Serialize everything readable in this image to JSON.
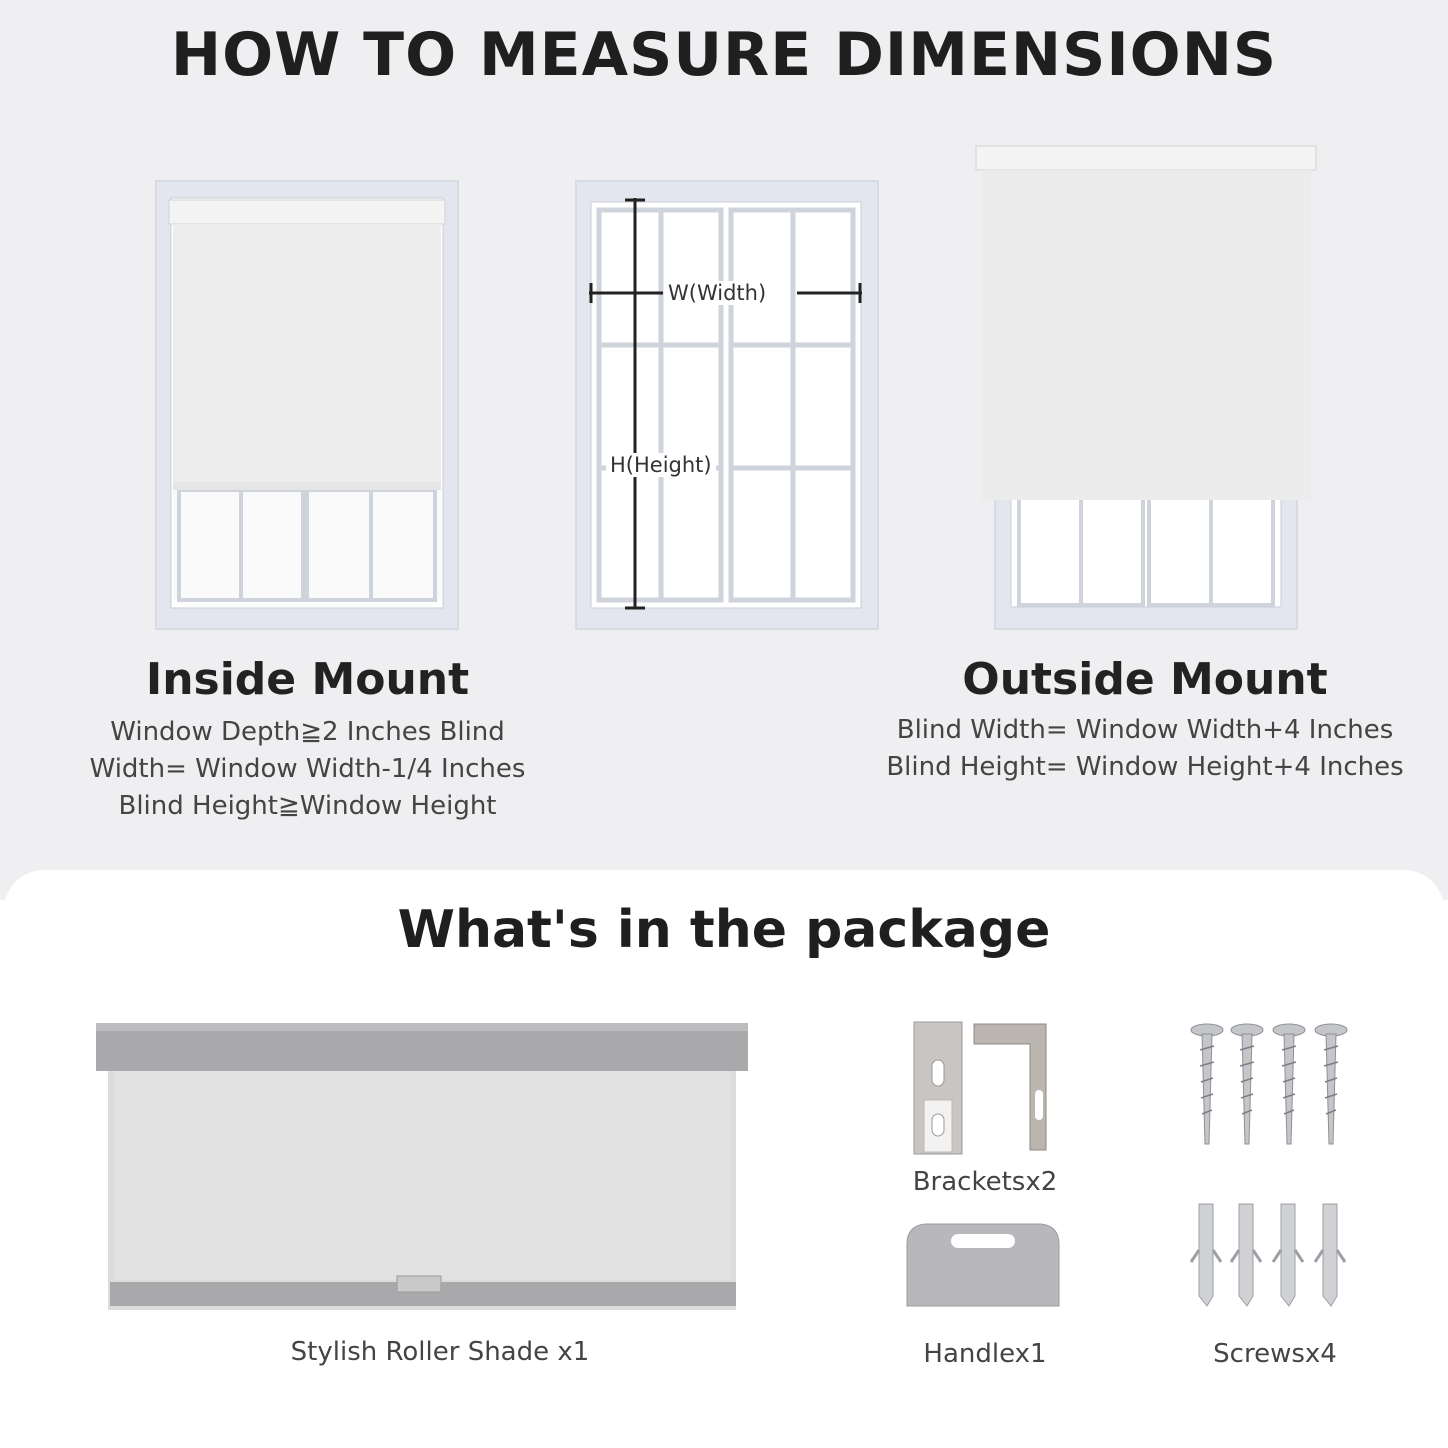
{
  "header": {
    "title": "HOW TO MEASURE DIMENSIONS"
  },
  "diagram": {
    "width_label": "W(Width)",
    "height_label": "H(Height)"
  },
  "inside_mount": {
    "title": "Inside Mount",
    "lines": [
      "Window Depth≧2 Inches Blind",
      "Width= Window Width-1/4 Inches",
      "Blind Height≧Window Height"
    ]
  },
  "outside_mount": {
    "title": "Outside Mount",
    "lines": [
      "Blind Width= Window Width+4 Inches",
      "Blind Height= Window Height+4 Inches"
    ]
  },
  "package": {
    "title": "What's in the package",
    "items": [
      {
        "label": "Stylish Roller Shade x1",
        "icon": "roller-shade"
      },
      {
        "label": "Bracketsx2",
        "icon": "bracket"
      },
      {
        "label": "Handlex1",
        "icon": "handle"
      },
      {
        "label": "Screwsx4",
        "icon": "screw"
      }
    ]
  },
  "colors": {
    "background": "#efeff1",
    "frame": "#dfe3ec",
    "shade": "#f2f2f2",
    "metal": "#b9b9bd"
  }
}
